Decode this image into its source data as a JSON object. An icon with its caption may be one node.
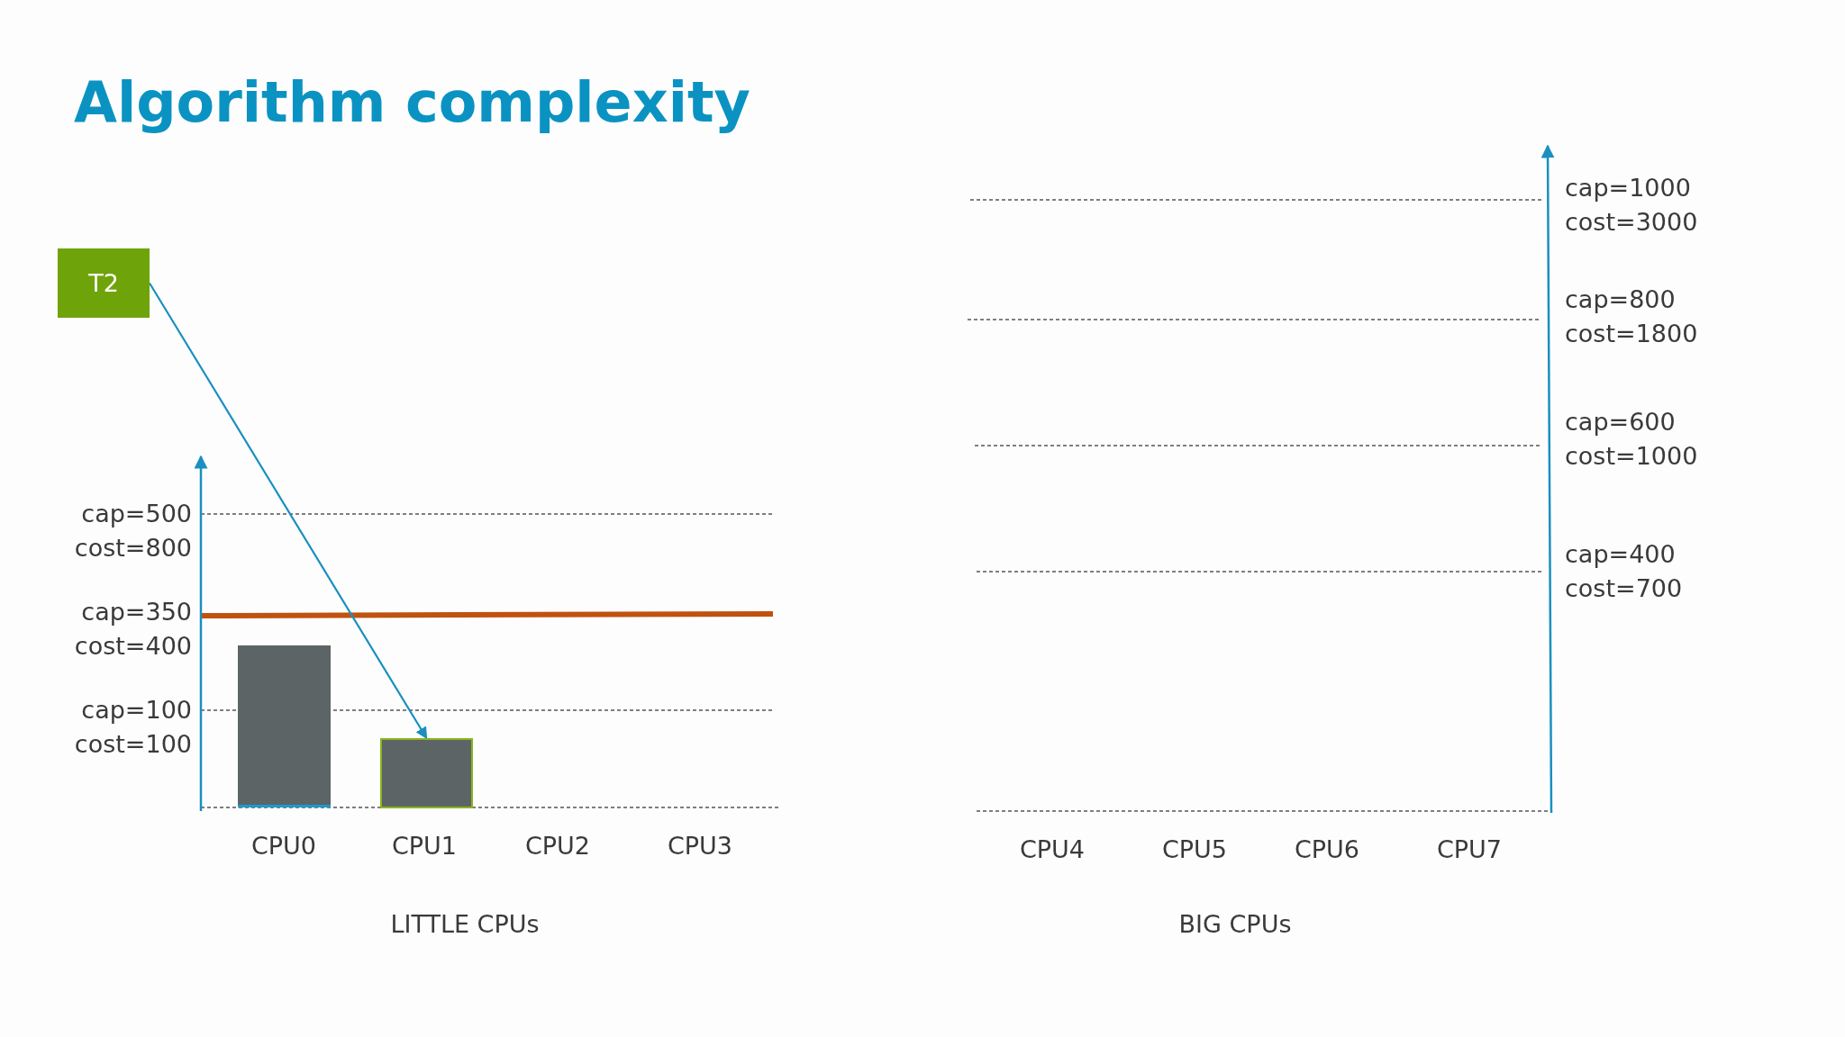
{
  "diagram": {
    "title": "Algorithm complexity",
    "nodes": [
      {
        "text": [
          "T2"
        ]
      },
      {
        "text": [],
        "shape": "bar"
      },
      {
        "text": [],
        "shape": "bar"
      }
    ],
    "edges": [
      {
        "from": 0,
        "to": 2,
        "arrow": "to"
      }
    ],
    "labels": [
      "cap=500",
      "cost=800",
      "cap=350",
      "cost=400",
      "cap=100",
      "cost=100",
      "CPU0",
      "CPU1",
      "CPU2",
      "CPU3",
      "LITTLE CPUs",
      "cap=1000",
      "cost=3000",
      "cap=800",
      "cost=1800",
      "cap=600",
      "cost=1000",
      "cap=400",
      "cost=700",
      "CPU4",
      "CPU5",
      "CPU6",
      "CPU7",
      "BIG CPUs"
    ]
  }
}
